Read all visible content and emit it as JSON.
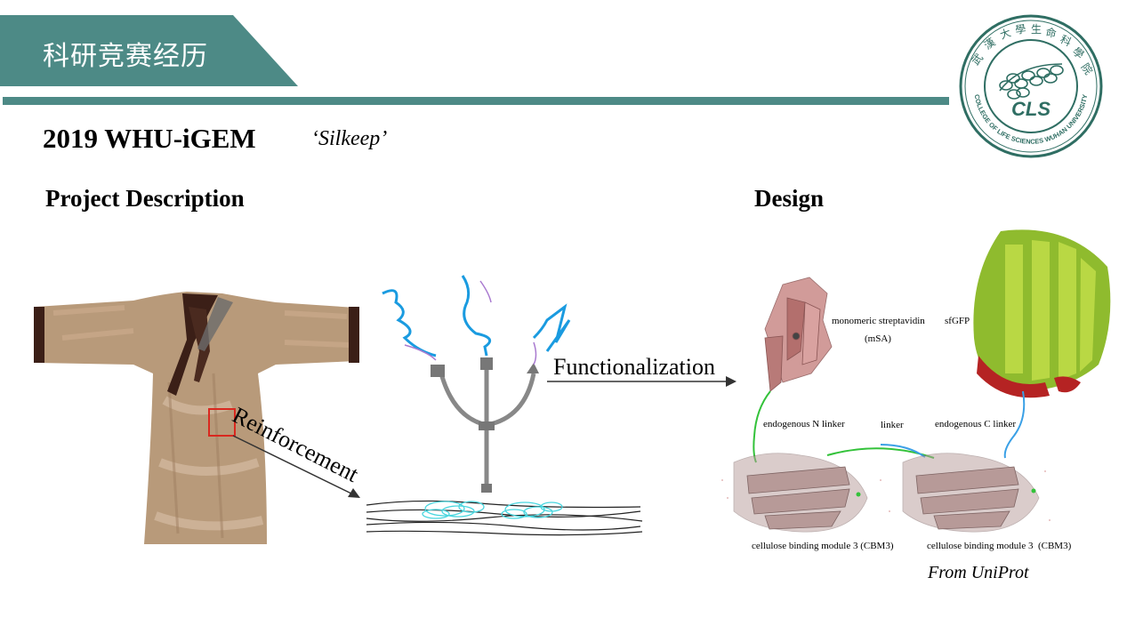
{
  "header": {
    "title": "科研竞赛经历"
  },
  "logo": {
    "text": "CLS",
    "ring_text": "COLLEGE OF LIFE SCIENCES WUHAN UNIVERSITY"
  },
  "project": {
    "title": "2019 WHU-iGEM",
    "subtitle": "‘Silkeep’"
  },
  "sections": {
    "left": "Project Description",
    "right": "Design"
  },
  "diagram": {
    "reinforcement": "Reinforcement",
    "functionalization": "Functionalization",
    "msa_line1": "monomeric streptavidin",
    "msa_line2": "(mSA)",
    "sfgfp": "sfGFP",
    "n_linker": "endogenous N linker",
    "linker": "linker",
    "c_linker": "endogenous C linker",
    "cbm3_left": "cellulose binding module 3 (CBM3)",
    "cbm3_right": "cellulose binding module 3  (CBM3)",
    "credit": "From UniProt"
  },
  "colors": {
    "accent": "#4d8a86",
    "robe": "#b89a7a",
    "gfp": "#8fbb2e",
    "msa": "#c98a88",
    "cbm": "#b79a98",
    "highlight_box": "#d9281f"
  }
}
